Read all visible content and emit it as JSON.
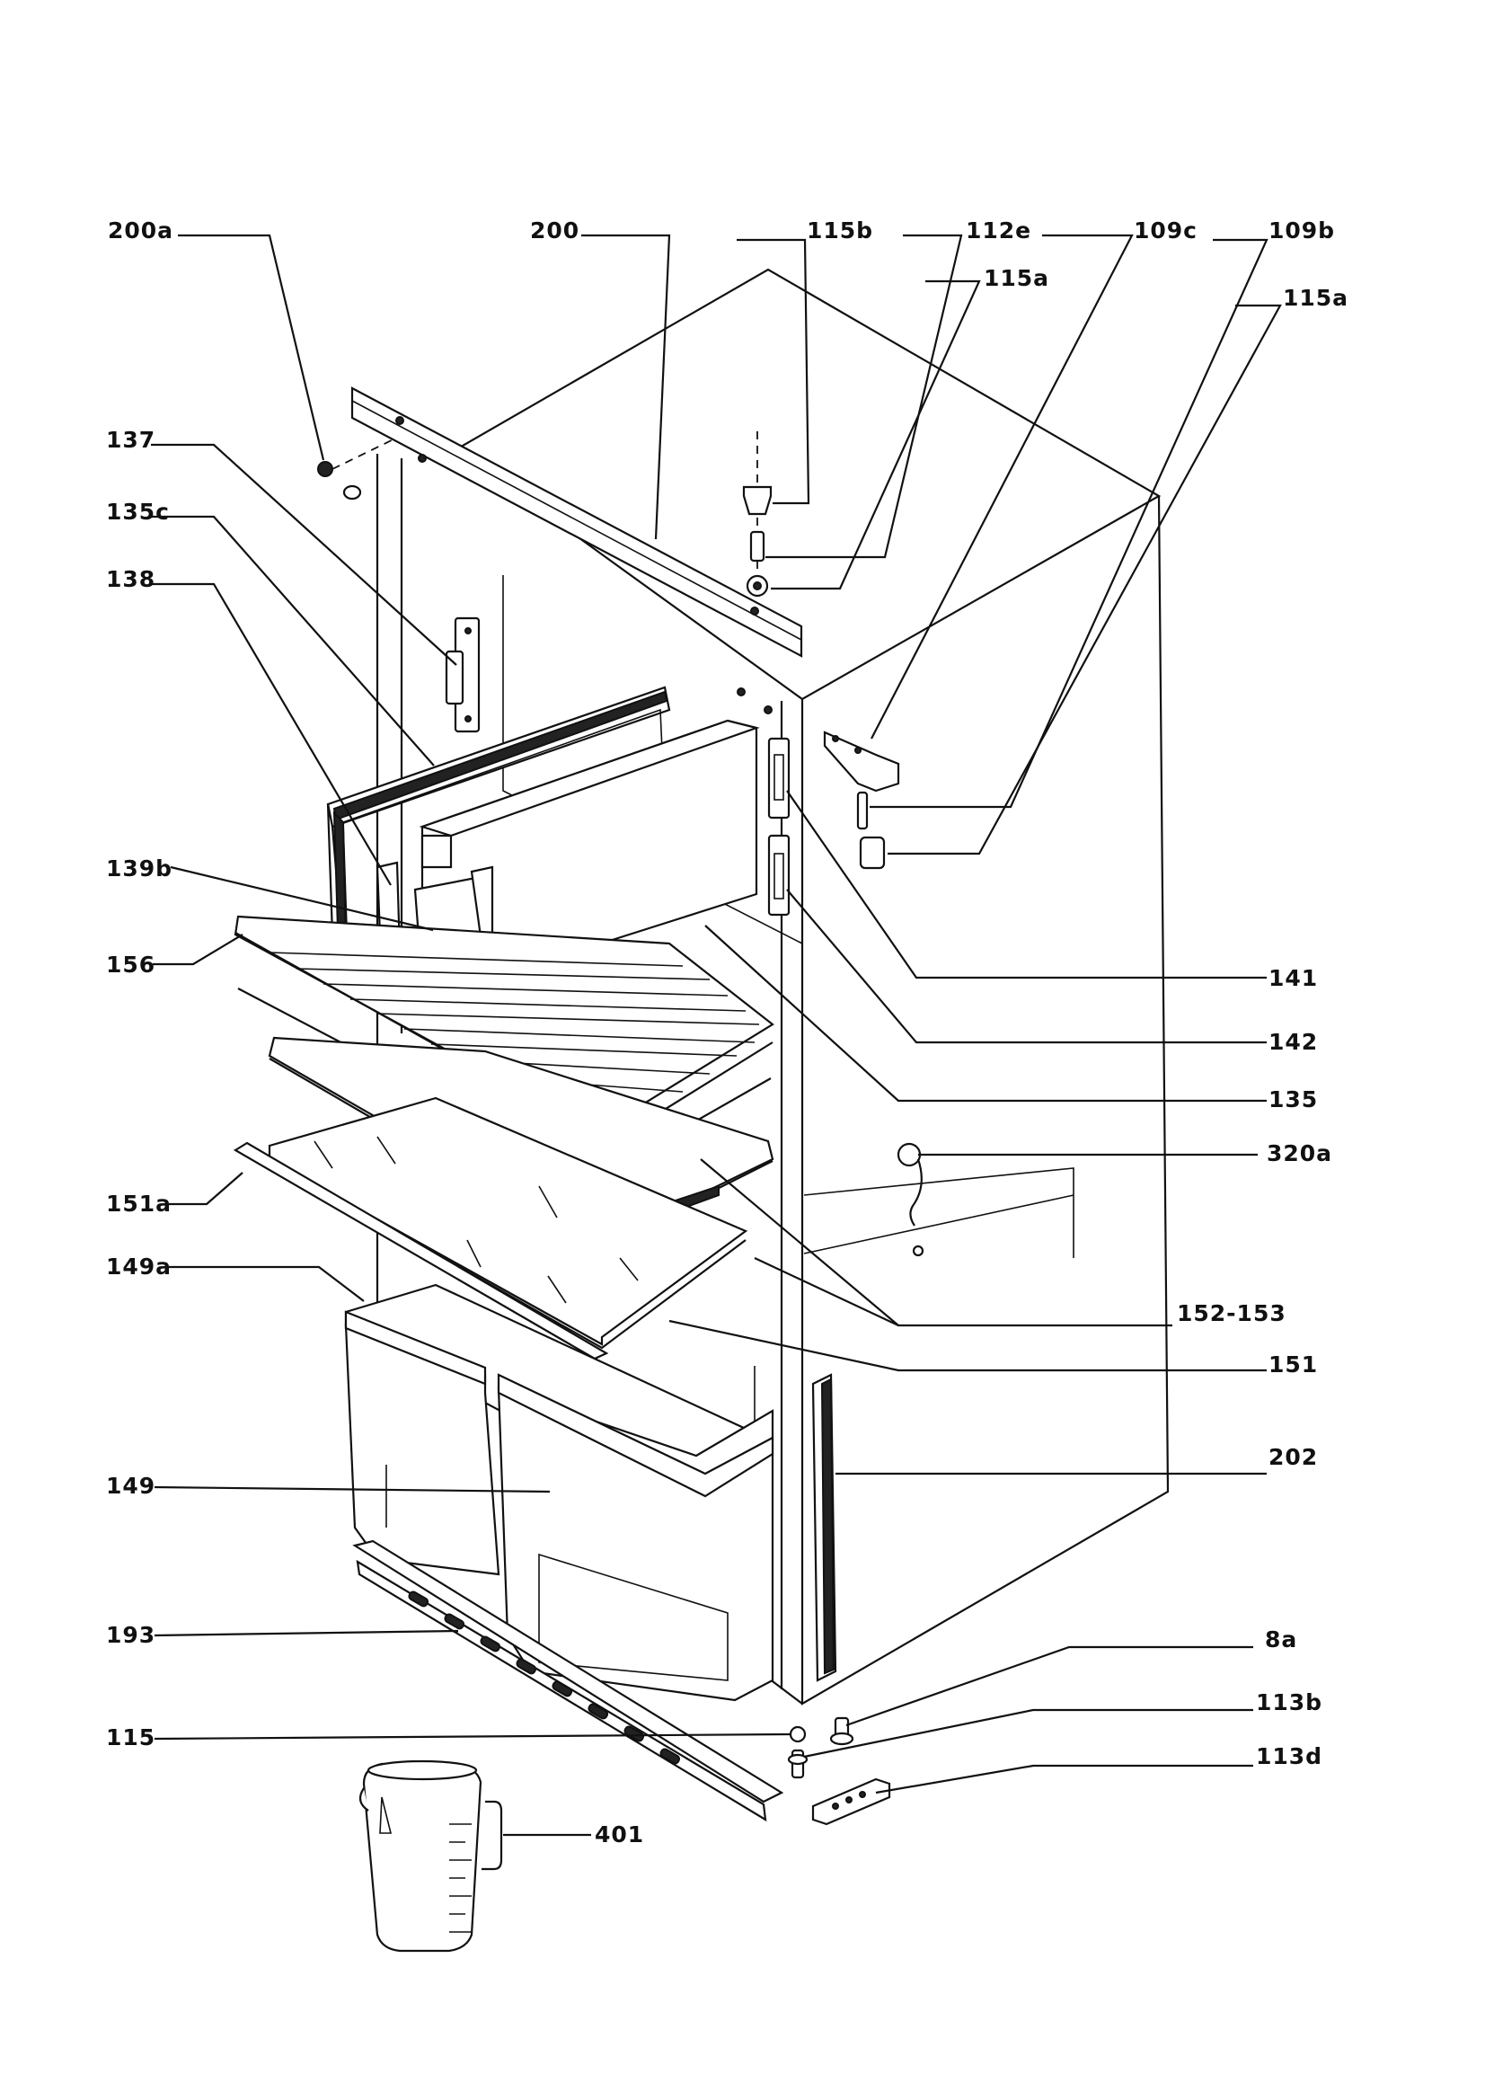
{
  "labels": {
    "l200a": "200a",
    "l200": "200",
    "l115b": "115b",
    "l112e": "112e",
    "l109c": "109c",
    "l109b": "109b",
    "l115a_1": "115a",
    "l115a_2": "115a",
    "l137": "137",
    "l135c": "135c",
    "l138": "138",
    "l139b": "139b",
    "l156": "156",
    "l151a": "151a",
    "l149a": "149a",
    "l149": "149",
    "l193": "193",
    "l115": "115",
    "l141": "141",
    "l142": "142",
    "l135": "135",
    "l320a": "320a",
    "l152_153": "152-153",
    "l151": "151",
    "l202": "202",
    "l8a": "8a",
    "l113b": "113b",
    "l113d": "113d",
    "l401": "401"
  }
}
